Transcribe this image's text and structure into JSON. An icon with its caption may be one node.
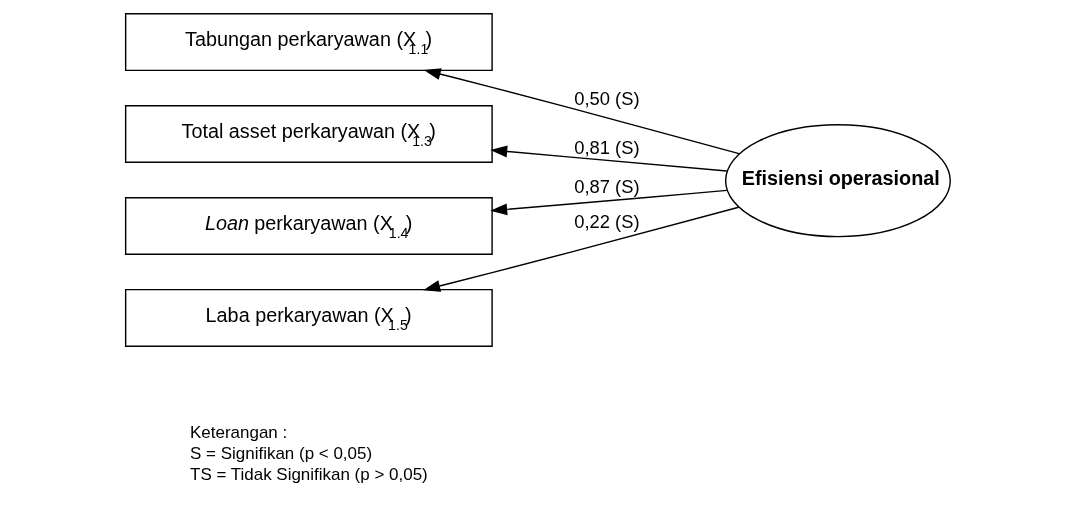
{
  "diagram": {
    "nodes": [
      {
        "text": [
          "Tabungan perkaryawan (X$_{1.1}$)"
        ]
      },
      {
        "text": [
          "Total asset perkaryawan (X$_{1.3}$)"
        ]
      },
      {
        "text": [
          "*Loan* perkaryawan (X$_{1.4}$)"
        ]
      },
      {
        "text": [
          "Laba perkaryawan (X$_{1.5}$)"
        ]
      },
      {
        "text": [
          "Efisiensi operasional"
        ]
      }
    ],
    "edges": [
      {
        "from": 4,
        "to": 0,
        "arrow": "to",
        "label": "0,50 (S)"
      },
      {
        "from": 4,
        "to": 1,
        "arrow": "to",
        "label": "0,81 (S)"
      },
      {
        "from": 4,
        "to": 2,
        "arrow": "to",
        "label": "0,87 (S)"
      },
      {
        "from": 4,
        "to": 3,
        "arrow": "to",
        "label": "0,22 (S)"
      }
    ],
    "labels": [
      "Keterangan :",
      "S = Signifikan (p < 0,05)",
      "TS = Tidak Signifikan (p > 0,05)"
    ]
  }
}
